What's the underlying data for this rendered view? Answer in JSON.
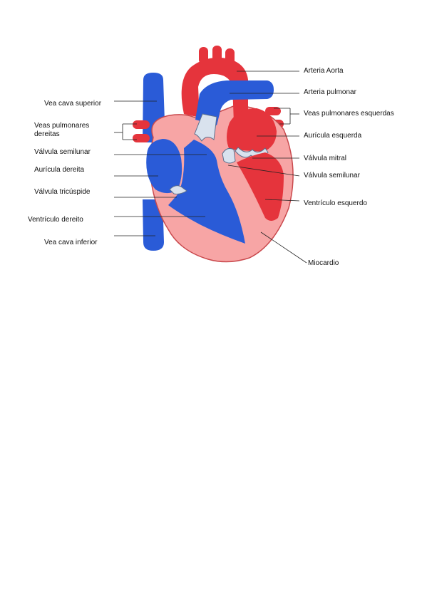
{
  "colors": {
    "deoxygenated": "#2a5bd7",
    "oxygenated": "#e5343c",
    "myocardium": "#f7a5a5",
    "myocardium_outline": "#c9494d",
    "leader_line": "#222222",
    "text": "#111111"
  },
  "labels": {
    "vea_cava_superior": "Vea cava superior",
    "veas_pulmonares_dereitas": "Veas pulmonares dereitas",
    "valvula_semilunar_left": "Válvula semilunar",
    "auricula_dereita": "Aurícula dereita",
    "valvula_tricuspide": "Válvula tricúspide",
    "ventriculo_dereito": "Ventrículo dereito",
    "vea_cava_inferior": "Vea cava inferior",
    "arteria_aorta": "Arteria Aorta",
    "arteria_pulmonar": "Arteria pulmonar",
    "veas_pulmonares_esquerdas": "Veas pulmonares esquerdas",
    "auricula_esquerda": "Aurícula esquerda",
    "valvula_mitral": "Válvula mitral",
    "valvula_semilunar_right": "Válvula semilunar",
    "ventriculo_esquerdo": "Ventrículo esquerdo",
    "miocardio": "Miocardio"
  }
}
